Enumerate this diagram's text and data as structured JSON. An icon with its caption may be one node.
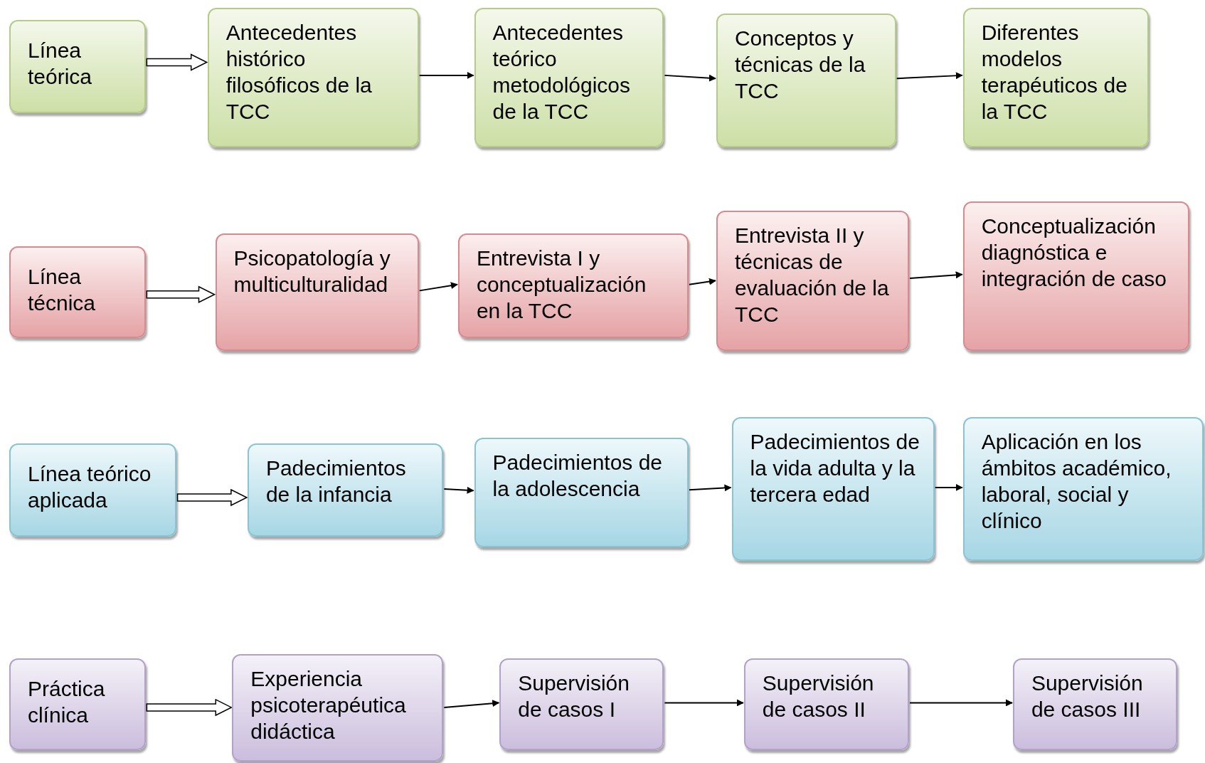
{
  "diagram": {
    "nodes": [
      {
        "text": [
          "Línea teórica"
        ]
      },
      {
        "text": [
          "Antecedentes histórico filosóficos de la TCC"
        ]
      },
      {
        "text": [
          "Antecedentes teórico metodológicos de la TCC"
        ]
      },
      {
        "text": [
          "Conceptos y técnicas de la TCC"
        ]
      },
      {
        "text": [
          "Diferentes modelos terapéuticos de la TCC"
        ]
      },
      {
        "text": [
          "Línea técnica"
        ]
      },
      {
        "text": [
          "Psicopatología y multiculturalidad"
        ]
      },
      {
        "text": [
          "Entrevista I y conceptualización en la TCC"
        ]
      },
      {
        "text": [
          "Entrevista II y técnicas de evaluación de la TCC"
        ]
      },
      {
        "text": [
          "Conceptualización diagnóstica e integración de caso"
        ]
      },
      {
        "text": [
          "Línea teórico aplicada"
        ]
      },
      {
        "text": [
          "Padecimientos de la infancia"
        ]
      },
      {
        "text": [
          "Padecimientos de la adolescencia"
        ]
      },
      {
        "text": [
          "Padecimientos de la vida adulta y la tercera edad"
        ]
      },
      {
        "text": [
          "Aplicación en los ámbitos académico, laboral, social y clínico"
        ]
      },
      {
        "text": [
          "Práctica clínica"
        ]
      },
      {
        "text": [
          "Experiencia psicoterapéutica didáctica"
        ]
      },
      {
        "text": [
          "Supervisión de casos I"
        ]
      },
      {
        "text": [
          "Supervisión de casos II"
        ]
      },
      {
        "text": [
          "Supervisión de casos III"
        ]
      }
    ],
    "edges": [
      {
        "from": 0,
        "to": 1,
        "arrow": "to",
        "style": "thick"
      },
      {
        "from": 1,
        "to": 2,
        "arrow": "to"
      },
      {
        "from": 2,
        "to": 3,
        "arrow": "to"
      },
      {
        "from": 3,
        "to": 4,
        "arrow": "to"
      },
      {
        "from": 5,
        "to": 6,
        "arrow": "to",
        "style": "thick"
      },
      {
        "from": 6,
        "to": 7,
        "arrow": "to"
      },
      {
        "from": 7,
        "to": 8,
        "arrow": "to"
      },
      {
        "from": 8,
        "to": 9,
        "arrow": "to"
      },
      {
        "from": 10,
        "to": 11,
        "arrow": "to",
        "style": "thick"
      },
      {
        "from": 11,
        "to": 12,
        "arrow": "to"
      },
      {
        "from": 12,
        "to": 13,
        "arrow": "to"
      },
      {
        "from": 13,
        "to": 14,
        "arrow": "to"
      },
      {
        "from": 15,
        "to": 16,
        "arrow": "to",
        "style": "thick"
      },
      {
        "from": 16,
        "to": 17,
        "arrow": "to"
      },
      {
        "from": 17,
        "to": 18,
        "arrow": "to"
      },
      {
        "from": 18,
        "to": 19,
        "arrow": "to"
      }
    ]
  }
}
